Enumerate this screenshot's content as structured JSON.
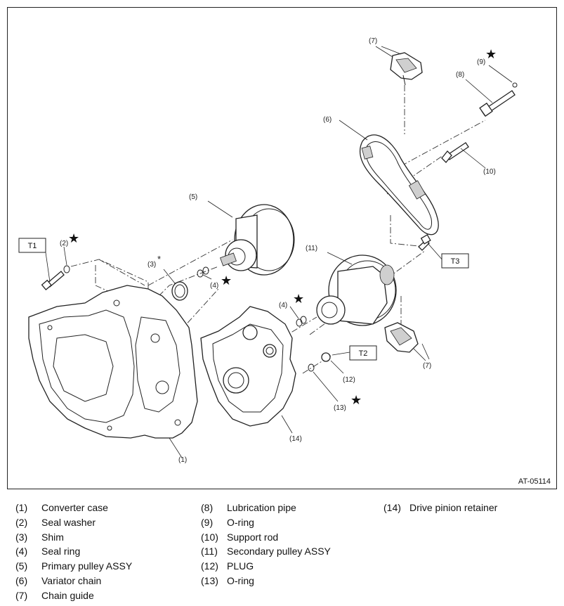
{
  "figure": {
    "code": "AT-05114",
    "callouts": [
      {
        "id": "c1",
        "text": "(1)"
      },
      {
        "id": "c2",
        "text": "(2)"
      },
      {
        "id": "c3",
        "text": "(3)"
      },
      {
        "id": "c3mark",
        "text": "*"
      },
      {
        "id": "c4a",
        "text": "(4)"
      },
      {
        "id": "c4b",
        "text": "(4)"
      },
      {
        "id": "c5",
        "text": "(5)"
      },
      {
        "id": "c6",
        "text": "(6)"
      },
      {
        "id": "c7a",
        "text": "(7)"
      },
      {
        "id": "c7b",
        "text": "(7)"
      },
      {
        "id": "c8",
        "text": "(8)"
      },
      {
        "id": "c9",
        "text": "(9)"
      },
      {
        "id": "c10",
        "text": "(10)"
      },
      {
        "id": "c11",
        "text": "(11)"
      },
      {
        "id": "c12",
        "text": "(12)"
      },
      {
        "id": "c13",
        "text": "(13)"
      },
      {
        "id": "c14",
        "text": "(14)"
      }
    ],
    "torque_labels": [
      "T1",
      "T2",
      "T3"
    ],
    "star_symbol": "★"
  },
  "legend": {
    "columns": [
      [
        {
          "num": "(1)",
          "name": "Converter case"
        },
        {
          "num": "(2)",
          "name": "Seal washer"
        },
        {
          "num": "(3)",
          "name": "Shim"
        },
        {
          "num": "(4)",
          "name": "Seal ring"
        },
        {
          "num": "(5)",
          "name": "Primary pulley ASSY"
        },
        {
          "num": "(6)",
          "name": "Variator chain"
        },
        {
          "num": "(7)",
          "name": "Chain guide"
        }
      ],
      [
        {
          "num": "(8)",
          "name": "Lubrication pipe"
        },
        {
          "num": "(9)",
          "name": "O-ring"
        },
        {
          "num": "(10)",
          "name": "Support rod"
        },
        {
          "num": "(11)",
          "name": "Secondary pulley ASSY"
        },
        {
          "num": "(12)",
          "name": "PLUG"
        },
        {
          "num": "(13)",
          "name": "O-ring"
        }
      ],
      [
        {
          "num": "(14)",
          "name": "Drive pinion retainer"
        }
      ]
    ]
  }
}
